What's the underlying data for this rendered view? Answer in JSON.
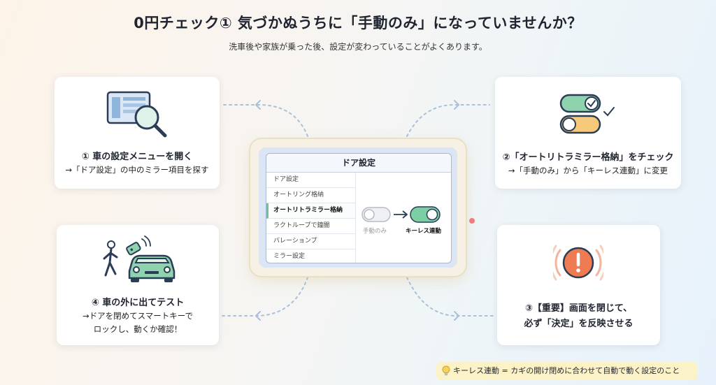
{
  "header": {
    "title": "0円チェック① 気づかぬうちに「手動のみ」になっていませんか？",
    "subtitle": "洗車後や家族が乗った後、設定が変わっていることがよくあります。"
  },
  "steps": [
    {
      "title": "① 車の設定メニューを開く",
      "desc": [
        "→「ドア設定」の中のミラー項目を探す"
      ],
      "icon": "settings-search-icon"
    },
    {
      "title": "②「オートリトラミラー格納」をチェック",
      "desc": [
        "→「手動のみ」から「キーレス連動」に変更"
      ],
      "icon": "toggle-switch-icon"
    },
    {
      "title": "③【重要】画面を閉じて、",
      "title2": "必ず「決定」を反映させる",
      "desc": [],
      "icon": "warning-icon"
    },
    {
      "title": "④ 車の外に出てテスト",
      "desc": [
        "→ドアを閉めてスマートキーで",
        "ロックし、動くか確認！"
      ],
      "icon": "walk-lock-car-icon"
    }
  ],
  "screen": {
    "header": "ドア設定",
    "menu_items": [
      "ドア設定",
      "オートリング格納",
      "オートリトラミラー格納",
      "ラクトループで鐘闇",
      "バレーションプ",
      "ミラー設定"
    ],
    "active_index": 2,
    "toggle_off_label": "手動のみ",
    "toggle_on_label": "キーレス連動"
  },
  "footnote": {
    "icon": "lightbulb-icon",
    "text": "キーレス連動 = カギの開け閉めに合わせて自動で動く設定のこと"
  },
  "colors": {
    "accent_green": "#7ccfa5",
    "accent_orange": "#ee7b52",
    "arrow_blue": "#a9c0dd"
  }
}
